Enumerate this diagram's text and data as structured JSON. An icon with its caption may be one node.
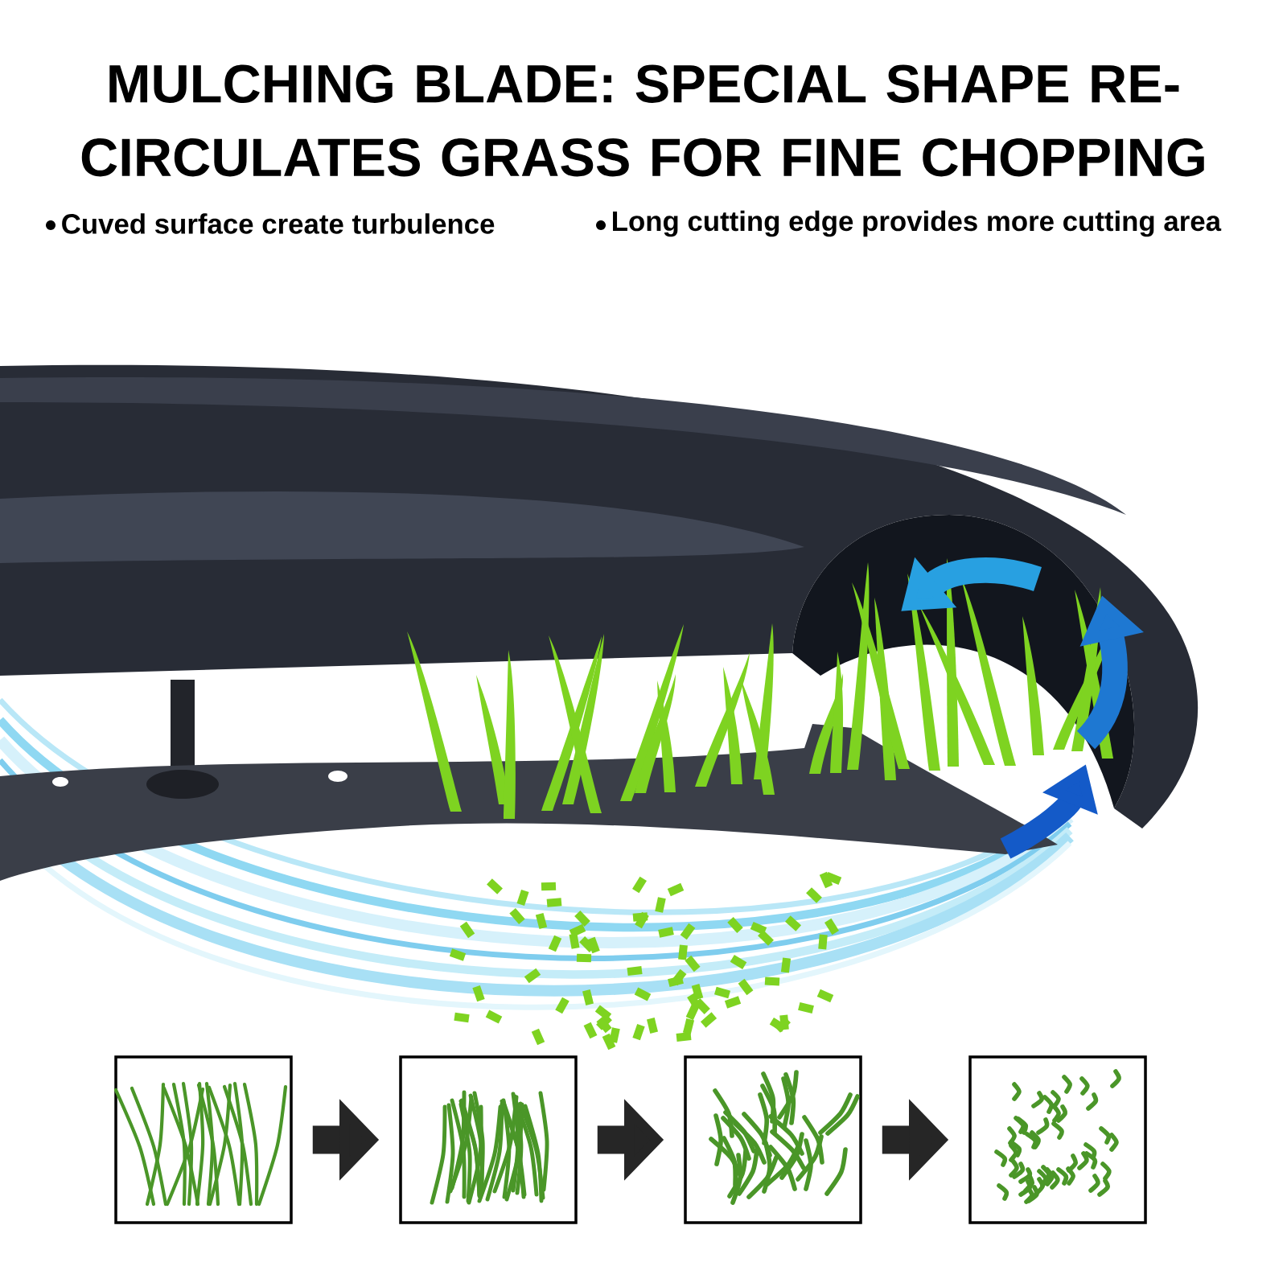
{
  "diagram": {
    "title": "MULCHING BLADE: SPECIAL SHAPE RE-CIRCULATES GRASS FOR FINE CHOPPING",
    "nodes": [
      {
        "text": [],
        "shape": "picture"
      },
      {
        "text": [],
        "shape": "picture"
      },
      {
        "text": [],
        "shape": "picture"
      },
      {
        "text": [],
        "shape": "picture"
      }
    ],
    "edges": [
      {
        "from": 0,
        "to": 1,
        "arrow": "to"
      },
      {
        "from": 1,
        "to": 2,
        "arrow": "to"
      },
      {
        "from": 2,
        "to": 3,
        "arrow": "to"
      }
    ],
    "labels": [
      "Cuved surface create turbulence",
      "Long cutting edge provides more cutting area"
    ]
  }
}
